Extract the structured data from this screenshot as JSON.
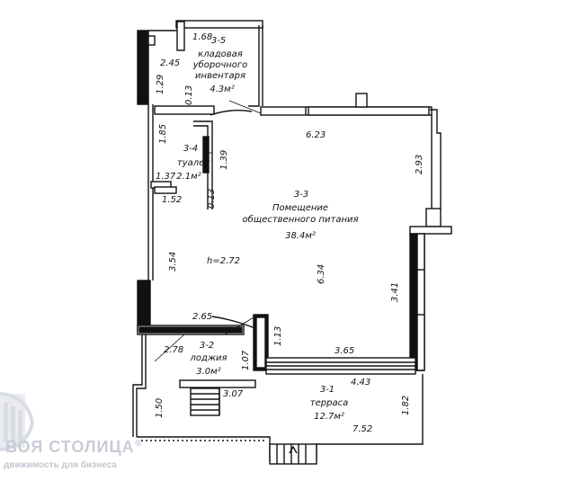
{
  "rooms": {
    "storage": {
      "code": "3-5",
      "name_line1": "кладовая",
      "name_line2": "уборочного",
      "name_line3": "инвентаря",
      "area": "4.3м²"
    },
    "toilet": {
      "code": "3-4",
      "name": "туалет",
      "area": "2.1м²"
    },
    "dining": {
      "code": "3-3",
      "name_line1": "Помещение",
      "name_line2": "общественного питания",
      "area": "38.4м²"
    },
    "loggia": {
      "code": "3-2",
      "name": "лоджия",
      "area": "3.0м²"
    },
    "terrace": {
      "code": "3-1",
      "name": "терраса",
      "area": "12.7м²"
    }
  },
  "ceiling_height": "h=2.72",
  "dims": {
    "d168": "1.68",
    "d245": "2.45",
    "d129": "1.29",
    "d013a": "0.13",
    "d185": "1.85",
    "d139": "1.39",
    "d137": "1.37",
    "d152": "1.52",
    "d013b": "0.13",
    "d623": "6.23",
    "d293": "2.93",
    "d354": "3.54",
    "d634": "6.34",
    "d341": "3.41",
    "d265": "2.65",
    "d113": "1.13",
    "d278": "2.78",
    "d107": "1.07",
    "d365": "3.65",
    "d443": "4.43",
    "d307": "3.07",
    "d150": "1.50",
    "d182": "1.82",
    "d752": "7.52"
  },
  "watermark": {
    "line1": "ВОЯ СТОЛИЦА",
    "line2": "движимость для бизнеса",
    "mark": "®"
  }
}
